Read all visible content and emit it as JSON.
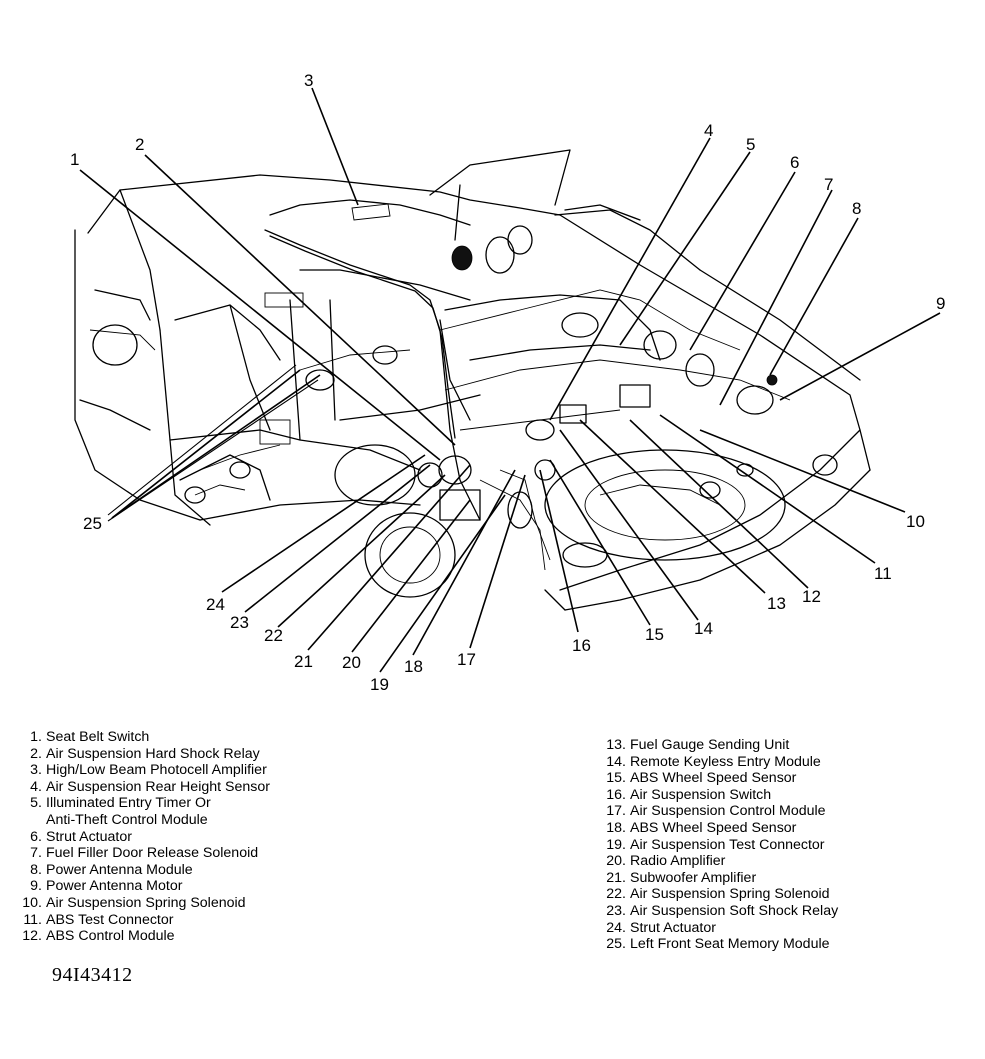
{
  "callouts": [
    {
      "num": "1"
    },
    {
      "num": "2"
    },
    {
      "num": "3"
    },
    {
      "num": "4"
    },
    {
      "num": "5"
    },
    {
      "num": "6"
    },
    {
      "num": "7"
    },
    {
      "num": "8"
    },
    {
      "num": "9"
    },
    {
      "num": "10"
    },
    {
      "num": "11"
    },
    {
      "num": "12"
    },
    {
      "num": "13"
    },
    {
      "num": "14"
    },
    {
      "num": "15"
    },
    {
      "num": "16"
    },
    {
      "num": "17"
    },
    {
      "num": "18"
    },
    {
      "num": "19"
    },
    {
      "num": "20"
    },
    {
      "num": "21"
    },
    {
      "num": "22"
    },
    {
      "num": "23"
    },
    {
      "num": "24"
    },
    {
      "num": "25"
    }
  ],
  "legend_left": [
    {
      "num": "1.",
      "label": "Seat Belt Switch"
    },
    {
      "num": "2.",
      "label": "Air Suspension Hard Shock Relay"
    },
    {
      "num": "3.",
      "label": "High/Low Beam Photocell Amplifier"
    },
    {
      "num": "4.",
      "label": "Air Suspension Rear Height Sensor"
    },
    {
      "num": "5.",
      "label": "Illuminated Entry Timer Or",
      "cont": "Anti-Theft Control Module"
    },
    {
      "num": "6.",
      "label": "Strut Actuator"
    },
    {
      "num": "7.",
      "label": "Fuel Filler Door Release Solenoid"
    },
    {
      "num": "8.",
      "label": "Power Antenna Module"
    },
    {
      "num": "9.",
      "label": "Power Antenna Motor"
    },
    {
      "num": "10.",
      "label": "Air Suspension Spring Solenoid"
    },
    {
      "num": "11.",
      "label": "ABS Test Connector"
    },
    {
      "num": "12.",
      "label": "ABS Control Module"
    }
  ],
  "legend_right": [
    {
      "num": "13.",
      "label": "Fuel Gauge Sending Unit"
    },
    {
      "num": "14.",
      "label": "Remote Keyless Entry Module"
    },
    {
      "num": "15.",
      "label": "ABS Wheel Speed Sensor"
    },
    {
      "num": "16.",
      "label": "Air Suspension Switch"
    },
    {
      "num": "17.",
      "label": "Air Suspension Control Module"
    },
    {
      "num": "18.",
      "label": "ABS Wheel Speed Sensor"
    },
    {
      "num": "19.",
      "label": "Air Suspension Test Connector"
    },
    {
      "num": "20.",
      "label": "Radio Amplifier"
    },
    {
      "num": "21.",
      "label": "Subwoofer Amplifier"
    },
    {
      "num": "22.",
      "label": "Air Suspension Spring Solenoid"
    },
    {
      "num": "23.",
      "label": "Air Suspension Soft Shock Relay"
    },
    {
      "num": "24.",
      "label": "Strut Actuator"
    },
    {
      "num": "25.",
      "label": "Left Front Seat Memory Module"
    }
  ],
  "figure_id": "94I43412"
}
